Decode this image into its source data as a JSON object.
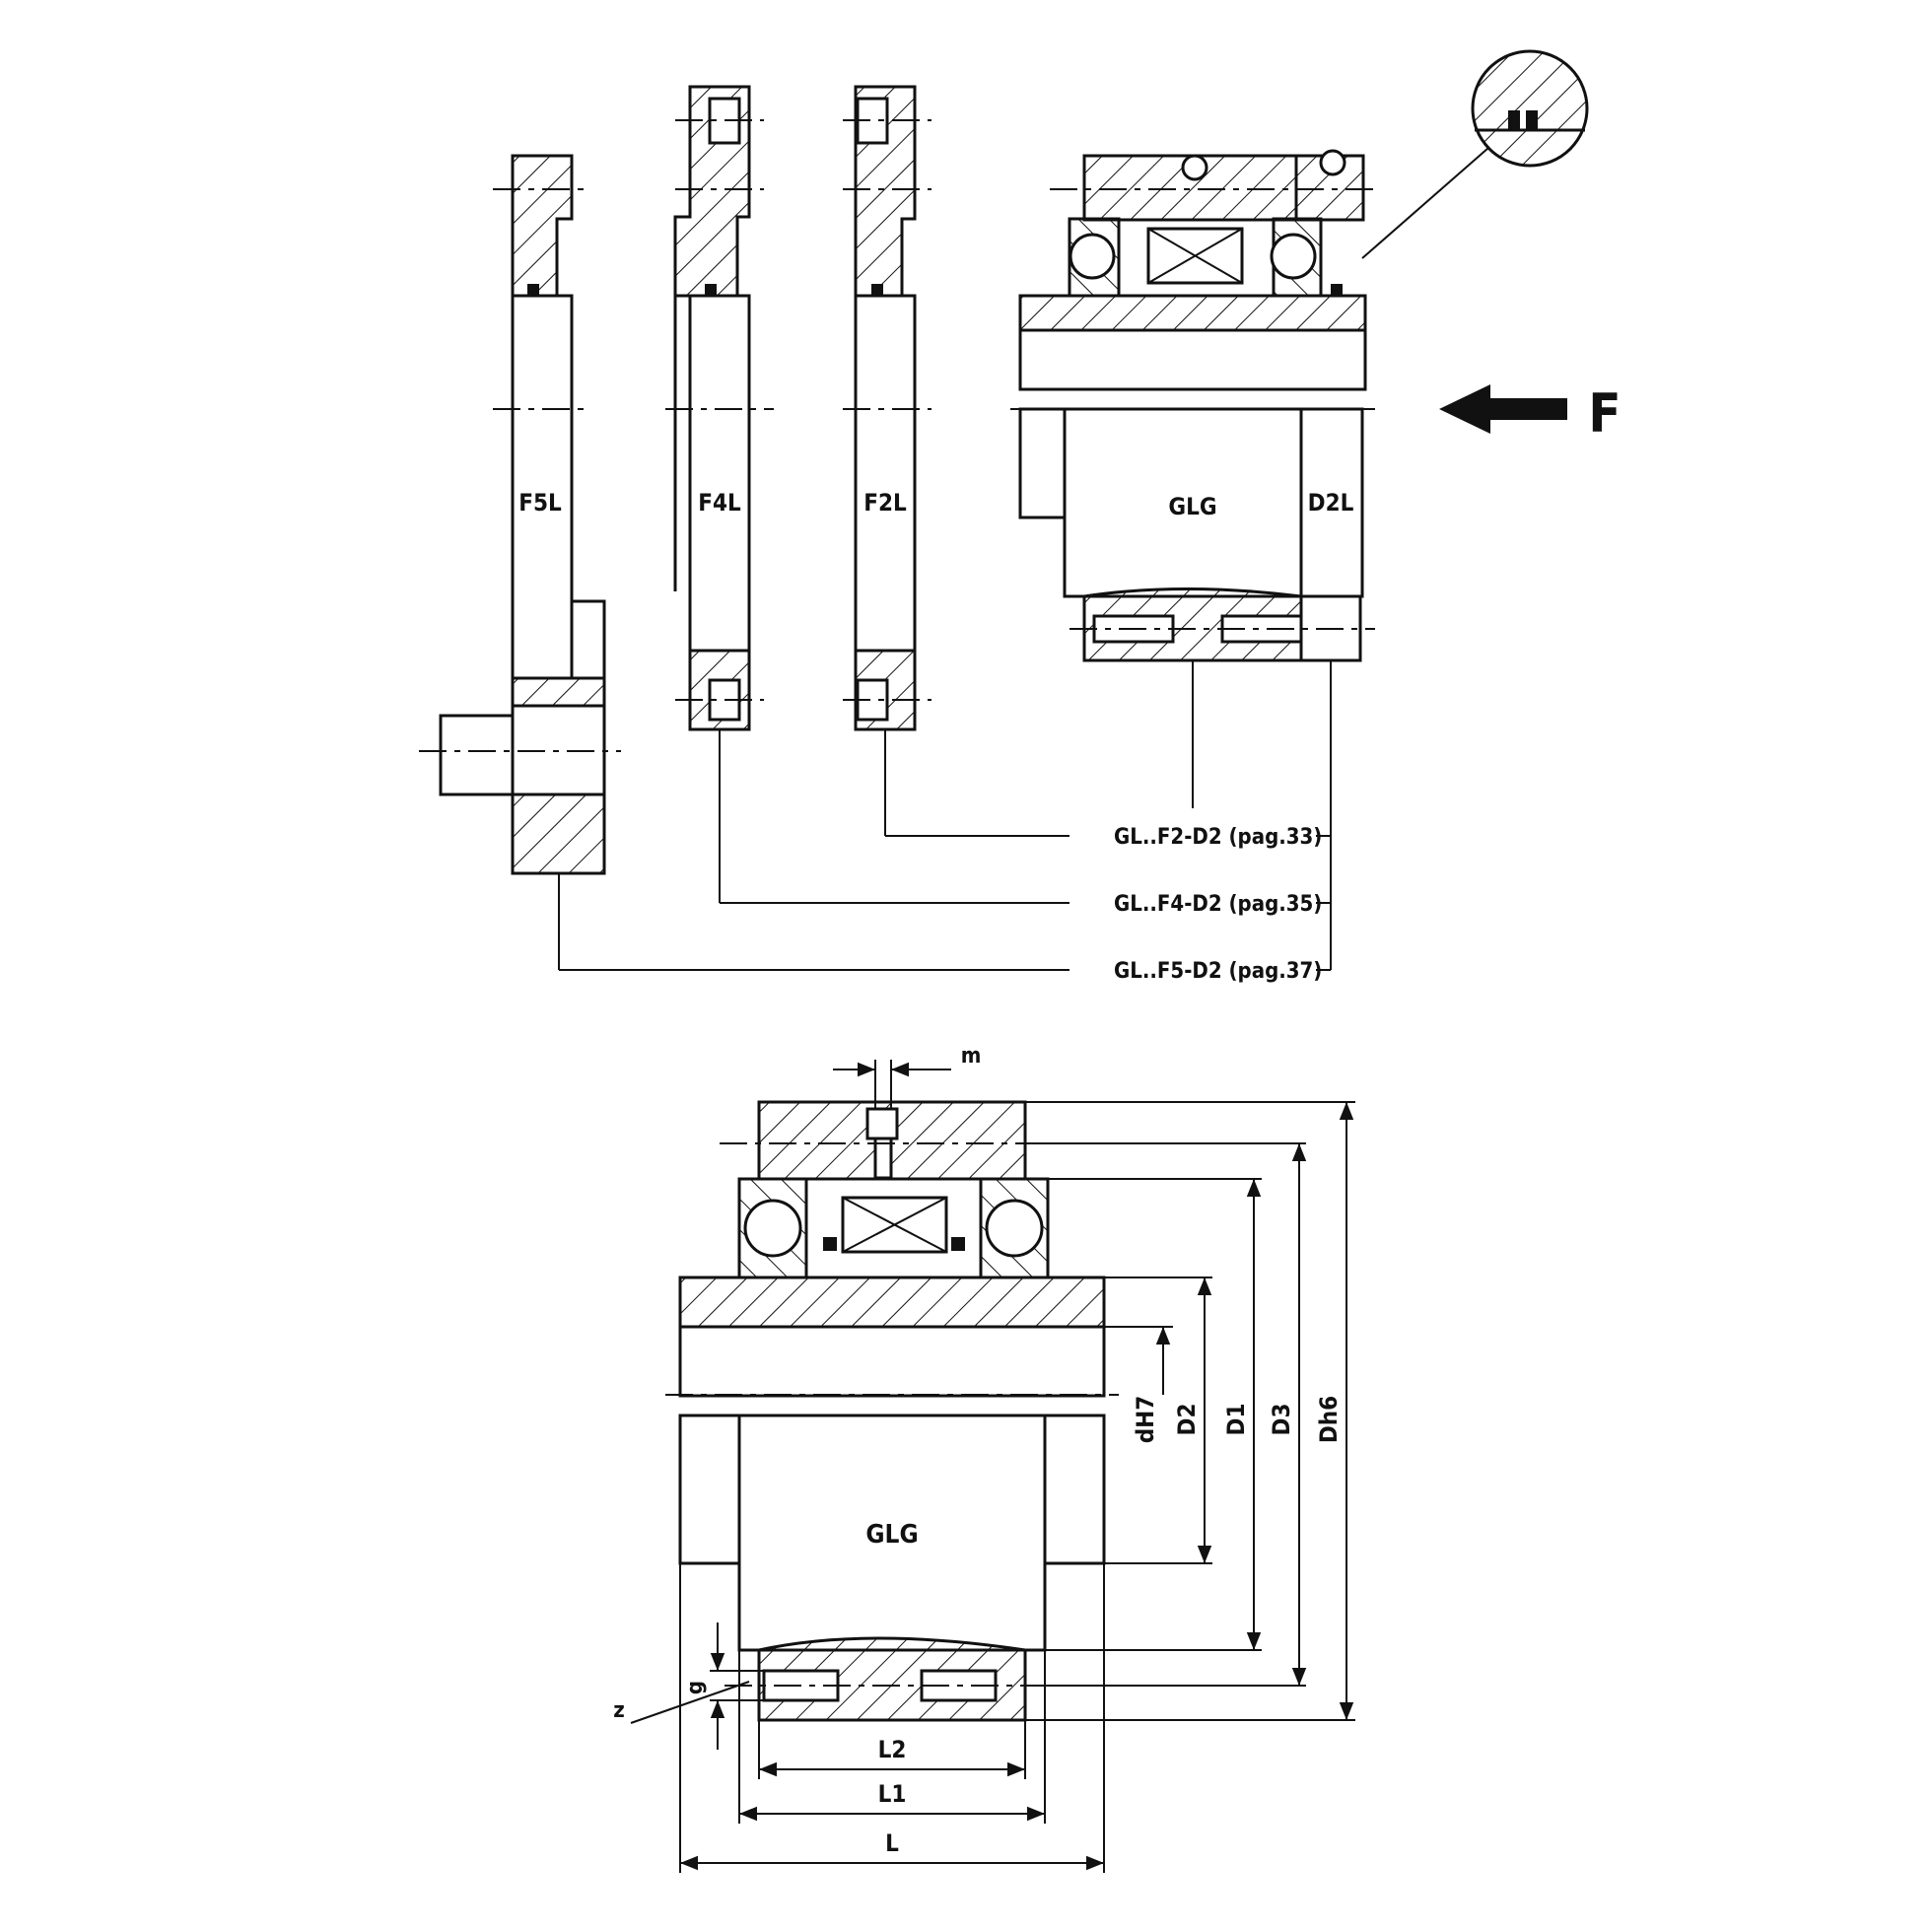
{
  "components": {
    "f5l": "F5L",
    "f4l": "F4L",
    "f2l": "F2L",
    "glg_top": "GLG",
    "d2l": "D2L"
  },
  "force_label": "F",
  "callouts": [
    {
      "text": "GL..F2-D2 (pag.33)"
    },
    {
      "text": "GL..F4-D2 (pag.35)"
    },
    {
      "text": "GL..F5-D2 (pag.37)"
    }
  ],
  "section": {
    "body_label": "GLG",
    "dims": {
      "m": "m",
      "dH7": "dH7",
      "D2": "D2",
      "D1": "D1",
      "D3": "D3",
      "Dh6": "Dh6",
      "g": "g",
      "z": "z",
      "L2": "L2",
      "L1": "L1",
      "L": "L"
    }
  }
}
